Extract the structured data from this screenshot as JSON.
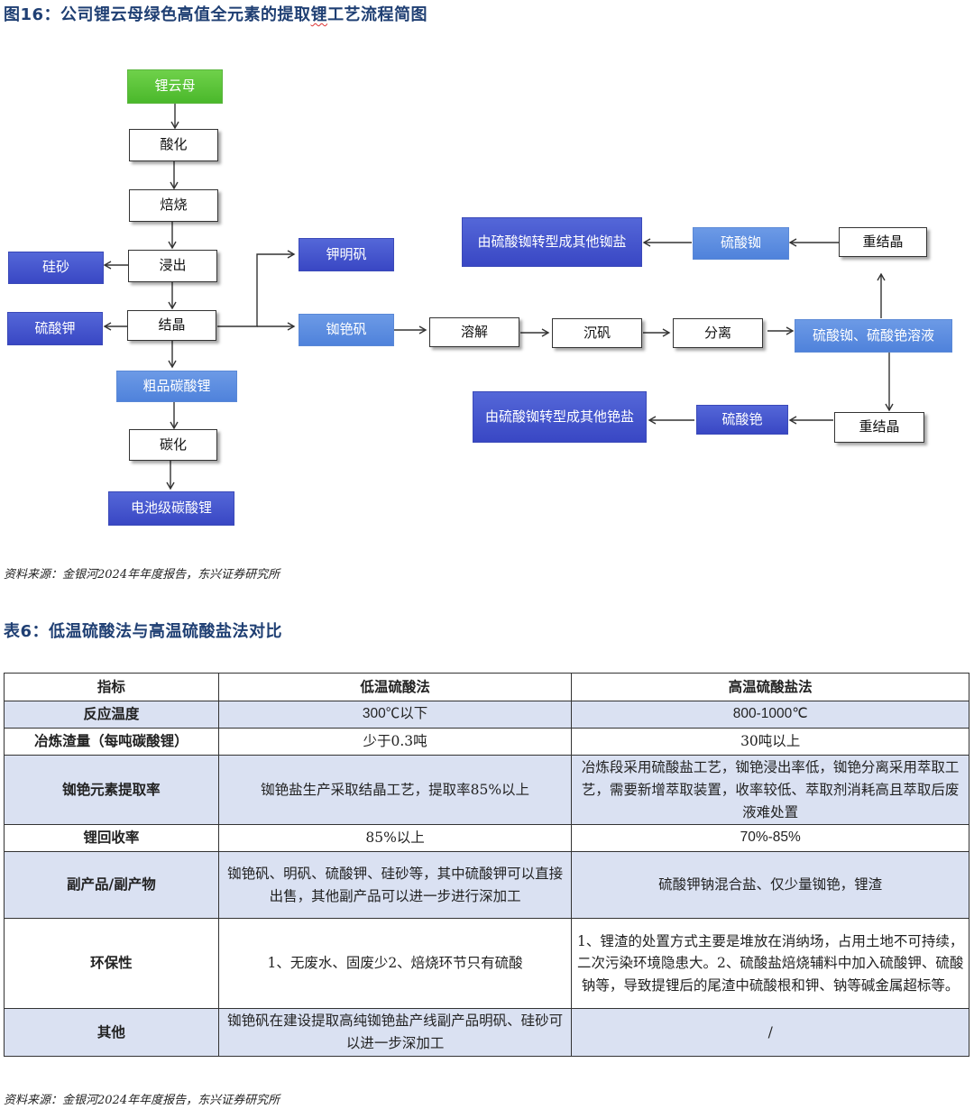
{
  "figure": {
    "title_before": "图16：公司锂云母绿色高值全元素的提取",
    "title_flagged": "锂",
    "title_after": "工艺流程简图",
    "source": "资料来源：金银河2024年年度报告，东兴证券研究所"
  },
  "flowchart": {
    "nodes": {
      "lepidolite": "锂云母",
      "acidification": "酸化",
      "roasting": "焙烧",
      "leaching": "浸出",
      "silica_sand": "硅砂",
      "crystallization": "结晶",
      "potassium_sulfate": "硫酸钾",
      "potassium_alum": "钾明矾",
      "rubidium_cesium_alum": "铷铯矾",
      "crude_lithium_carbonate": "粗品碳酸锂",
      "carbonization": "碳化",
      "battery_lithium_carbonate": "电池级碳酸锂",
      "dissolution": "溶解",
      "alum_precipitation": "沉矾",
      "separation": "分离",
      "rb_cs_sulfate_solution": "硫酸铷、硫酸铯溶液",
      "recrystallization_rb": "重结晶",
      "rubidium_sulfate": "硫酸铷",
      "other_rb_salts": "由硫酸铷转型成其他铷盐",
      "recrystallization_cs": "重结晶",
      "cesium_sulfate": "硫酸铯",
      "other_cs_salts": "由硫酸铷转型成其他铯盐"
    }
  },
  "table": {
    "title": "表6：低温硫酸法与高温硫酸盐法对比",
    "headers": [
      "指标",
      "低温硫酸法",
      "高温硫酸盐法"
    ],
    "rows": [
      [
        "反应温度",
        "300℃以下",
        "800-1000℃"
      ],
      [
        "冶炼渣量（每吨碳酸锂）",
        "少于0.3吨",
        "30吨以上"
      ],
      [
        "铷铯元素提取率",
        "铷铯盐生产采取结晶工艺，提取率85%以上",
        "冶炼段采用硫酸盐工艺，铷铯浸出率低，铷铯分离采用萃取工艺，需要新增萃取装置，收率较低、萃取剂消耗高且萃取后废液难处置"
      ],
      [
        "锂回收率",
        "85%以上",
        "70%-85%"
      ],
      [
        "副产品/副产物",
        "铷铯矾、明矾、硫酸钾、硅砂等，其中硫酸钾可以直接出售，其他副产品可以进一步进行深加工",
        "硫酸钾钠混合盐、仅少量铷铯，锂渣"
      ],
      [
        "环保性",
        "1、无废水、固废少2、焙烧环节只有硫酸",
        "1、锂渣的处置方式主要是堆放在消纳场，占用土地不可持续，二次污染环境隐患大。2、硫酸盐焙烧辅料中加入硫酸钾、硫酸钠等，导致提锂后的尾渣中硫酸根和钾、钠等碱金属超标等。"
      ],
      [
        "其他",
        "铷铯矾在建设提取高纯铷铯盐产线副产品明矾、硅砂可以进一步深加工",
        "/"
      ]
    ],
    "source": "资料来源：金银河2024年年度报告，东兴证券研究所"
  },
  "colors": {
    "heading": "#1f3f73",
    "green_node": "#4ab82b",
    "dark_blue_node": "#3947c4",
    "light_blue_node": "#4f82db",
    "table_shade": "#dae1f2"
  }
}
